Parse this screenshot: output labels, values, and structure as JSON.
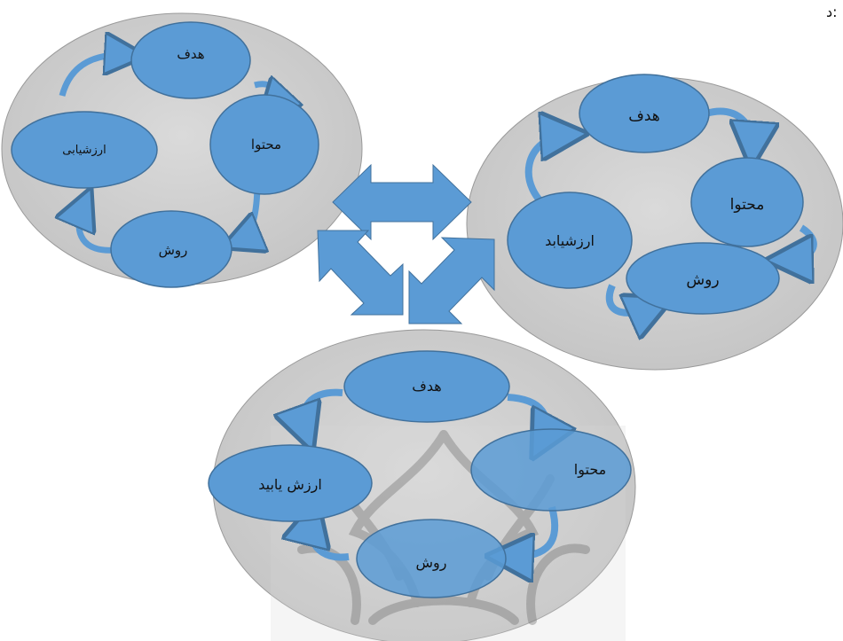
{
  "corner_text": "د:",
  "colors": {
    "circle_fill": "#cfcfcf",
    "circle_stroke": "#9a9a9a",
    "node_fill": "#5b9bd5",
    "node_stroke": "#41719c",
    "arrow_fill": "#5b9bd5",
    "arrow_stroke": "#41719c"
  },
  "cycles": {
    "top_left": {
      "goal": "هدف",
      "content": "محتوا",
      "method": "روش",
      "evaluation": "ارزشیابی"
    },
    "right": {
      "goal": "هدف",
      "content": "محتوا",
      "method": "روش",
      "evaluation": "ارزشیابد"
    },
    "bottom": {
      "goal": "هدف",
      "content": "محتوا",
      "method": "روش",
      "evaluation": "ارزش یابید"
    }
  },
  "watermark": "decorative-arabesque"
}
